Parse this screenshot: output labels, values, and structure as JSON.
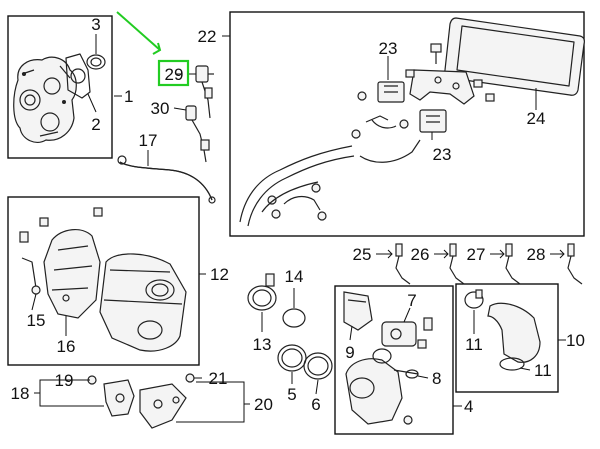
{
  "accent_color": "#22cc22",
  "highlighted_callout": "29",
  "callouts": {
    "c1": "1",
    "c2": "2",
    "c3": "3",
    "c4": "4",
    "c5": "5",
    "c6": "6",
    "c7": "7",
    "c8": "8",
    "c9": "9",
    "c10": "10",
    "c11": "11",
    "c12": "12",
    "c13": "13",
    "c14": "14",
    "c15": "15",
    "c16": "16",
    "c17": "17",
    "c18": "18",
    "c19": "19",
    "c20": "20",
    "c21": "21",
    "c22": "22",
    "c23a": "23",
    "c23b": "23",
    "c24": "24",
    "c25": "25",
    "c26": "26",
    "c27": "27",
    "c28": "28",
    "c29": "29",
    "c30": "30"
  }
}
